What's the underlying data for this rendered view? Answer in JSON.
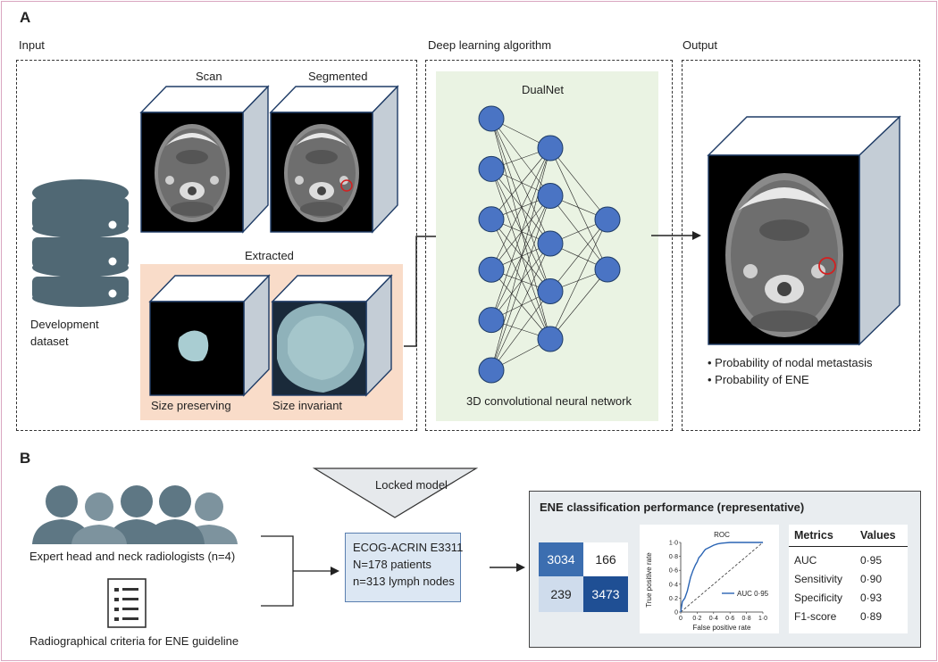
{
  "panel_a": {
    "letter": "A",
    "input": {
      "title": "Input",
      "scan_label": "Scan",
      "segmented_label": "Segmented",
      "extracted_label": "Extracted",
      "size_preserving_label": "Size preserving",
      "size_invariant_label": "Size invariant",
      "dataset_label_line1": "Development",
      "dataset_label_line2": "dataset"
    },
    "algorithm": {
      "title": "Deep learning algorithm",
      "network_name": "DualNet",
      "network_caption": "3D convolutional neural network",
      "layer_sizes": [
        6,
        5,
        2
      ]
    },
    "output": {
      "title": "Output",
      "bullet1": "• Probability of nodal metastasis",
      "bullet2": "• Probability of ENE"
    }
  },
  "panel_b": {
    "letter": "B",
    "radiologists_label": "Expert head and neck radiologists (n=4)",
    "criteria_label": "Radiographical criteria for ENE guideline",
    "locked_model_label": "Locked model",
    "trial": {
      "line1": "ECOG-ACRIN E3311",
      "line2": "N=178 patients",
      "line3": "n=313 lymph nodes"
    },
    "performance": {
      "title": "ENE classification performance (representative)",
      "confusion_matrix": [
        [
          "3034",
          "166"
        ],
        [
          "239",
          "3473"
        ]
      ],
      "roc_title": "ROC",
      "roc_legend": "AUC 0·95",
      "roc_xlabel": "False positive rate",
      "roc_ylabel": "True positive rate",
      "roc_ticks": [
        "0",
        "0·2",
        "0·4",
        "0·6",
        "0·8",
        "1·0"
      ],
      "metrics_header": "Metrics",
      "values_header": "Values",
      "metrics": [
        {
          "name": "AUC",
          "value": "0·95"
        },
        {
          "name": "Sensitivity",
          "value": "0·90"
        },
        {
          "name": "Specificity",
          "value": "0·93"
        },
        {
          "name": "F1-score",
          "value": "0·89"
        }
      ]
    }
  },
  "chart_data": {
    "type": "line",
    "title": "ROC",
    "xlabel": "False positive rate",
    "ylabel": "True positive rate",
    "xlim": [
      0,
      1
    ],
    "ylim": [
      0,
      1
    ],
    "series": [
      {
        "name": "AUC 0·95",
        "x": [
          0,
          0.02,
          0.05,
          0.08,
          0.1,
          0.12,
          0.15,
          0.18,
          0.2,
          0.22,
          0.25,
          0.28,
          0.3,
          0.35,
          0.4,
          0.45,
          0.5,
          0.6,
          0.7,
          0.8,
          0.9,
          1.0
        ],
        "y": [
          0,
          0.15,
          0.2,
          0.3,
          0.4,
          0.5,
          0.6,
          0.68,
          0.72,
          0.78,
          0.82,
          0.87,
          0.9,
          0.93,
          0.96,
          0.98,
          0.99,
          1.0,
          1.0,
          1.0,
          1.0,
          1.0
        ]
      }
    ],
    "reference_line": {
      "x": [
        0,
        1
      ],
      "y": [
        0,
        1
      ],
      "style": "dashed"
    },
    "legend": "bottom-right",
    "colors": {
      "curve": "#2a64b4",
      "reference": "#333333"
    }
  },
  "colors": {
    "node": "#4a74c4",
    "matrix_dark": "#3c6eb0",
    "matrix_light": "#cfdcec",
    "matrix_darker": "#1f4f94",
    "person": "#5e7784"
  }
}
